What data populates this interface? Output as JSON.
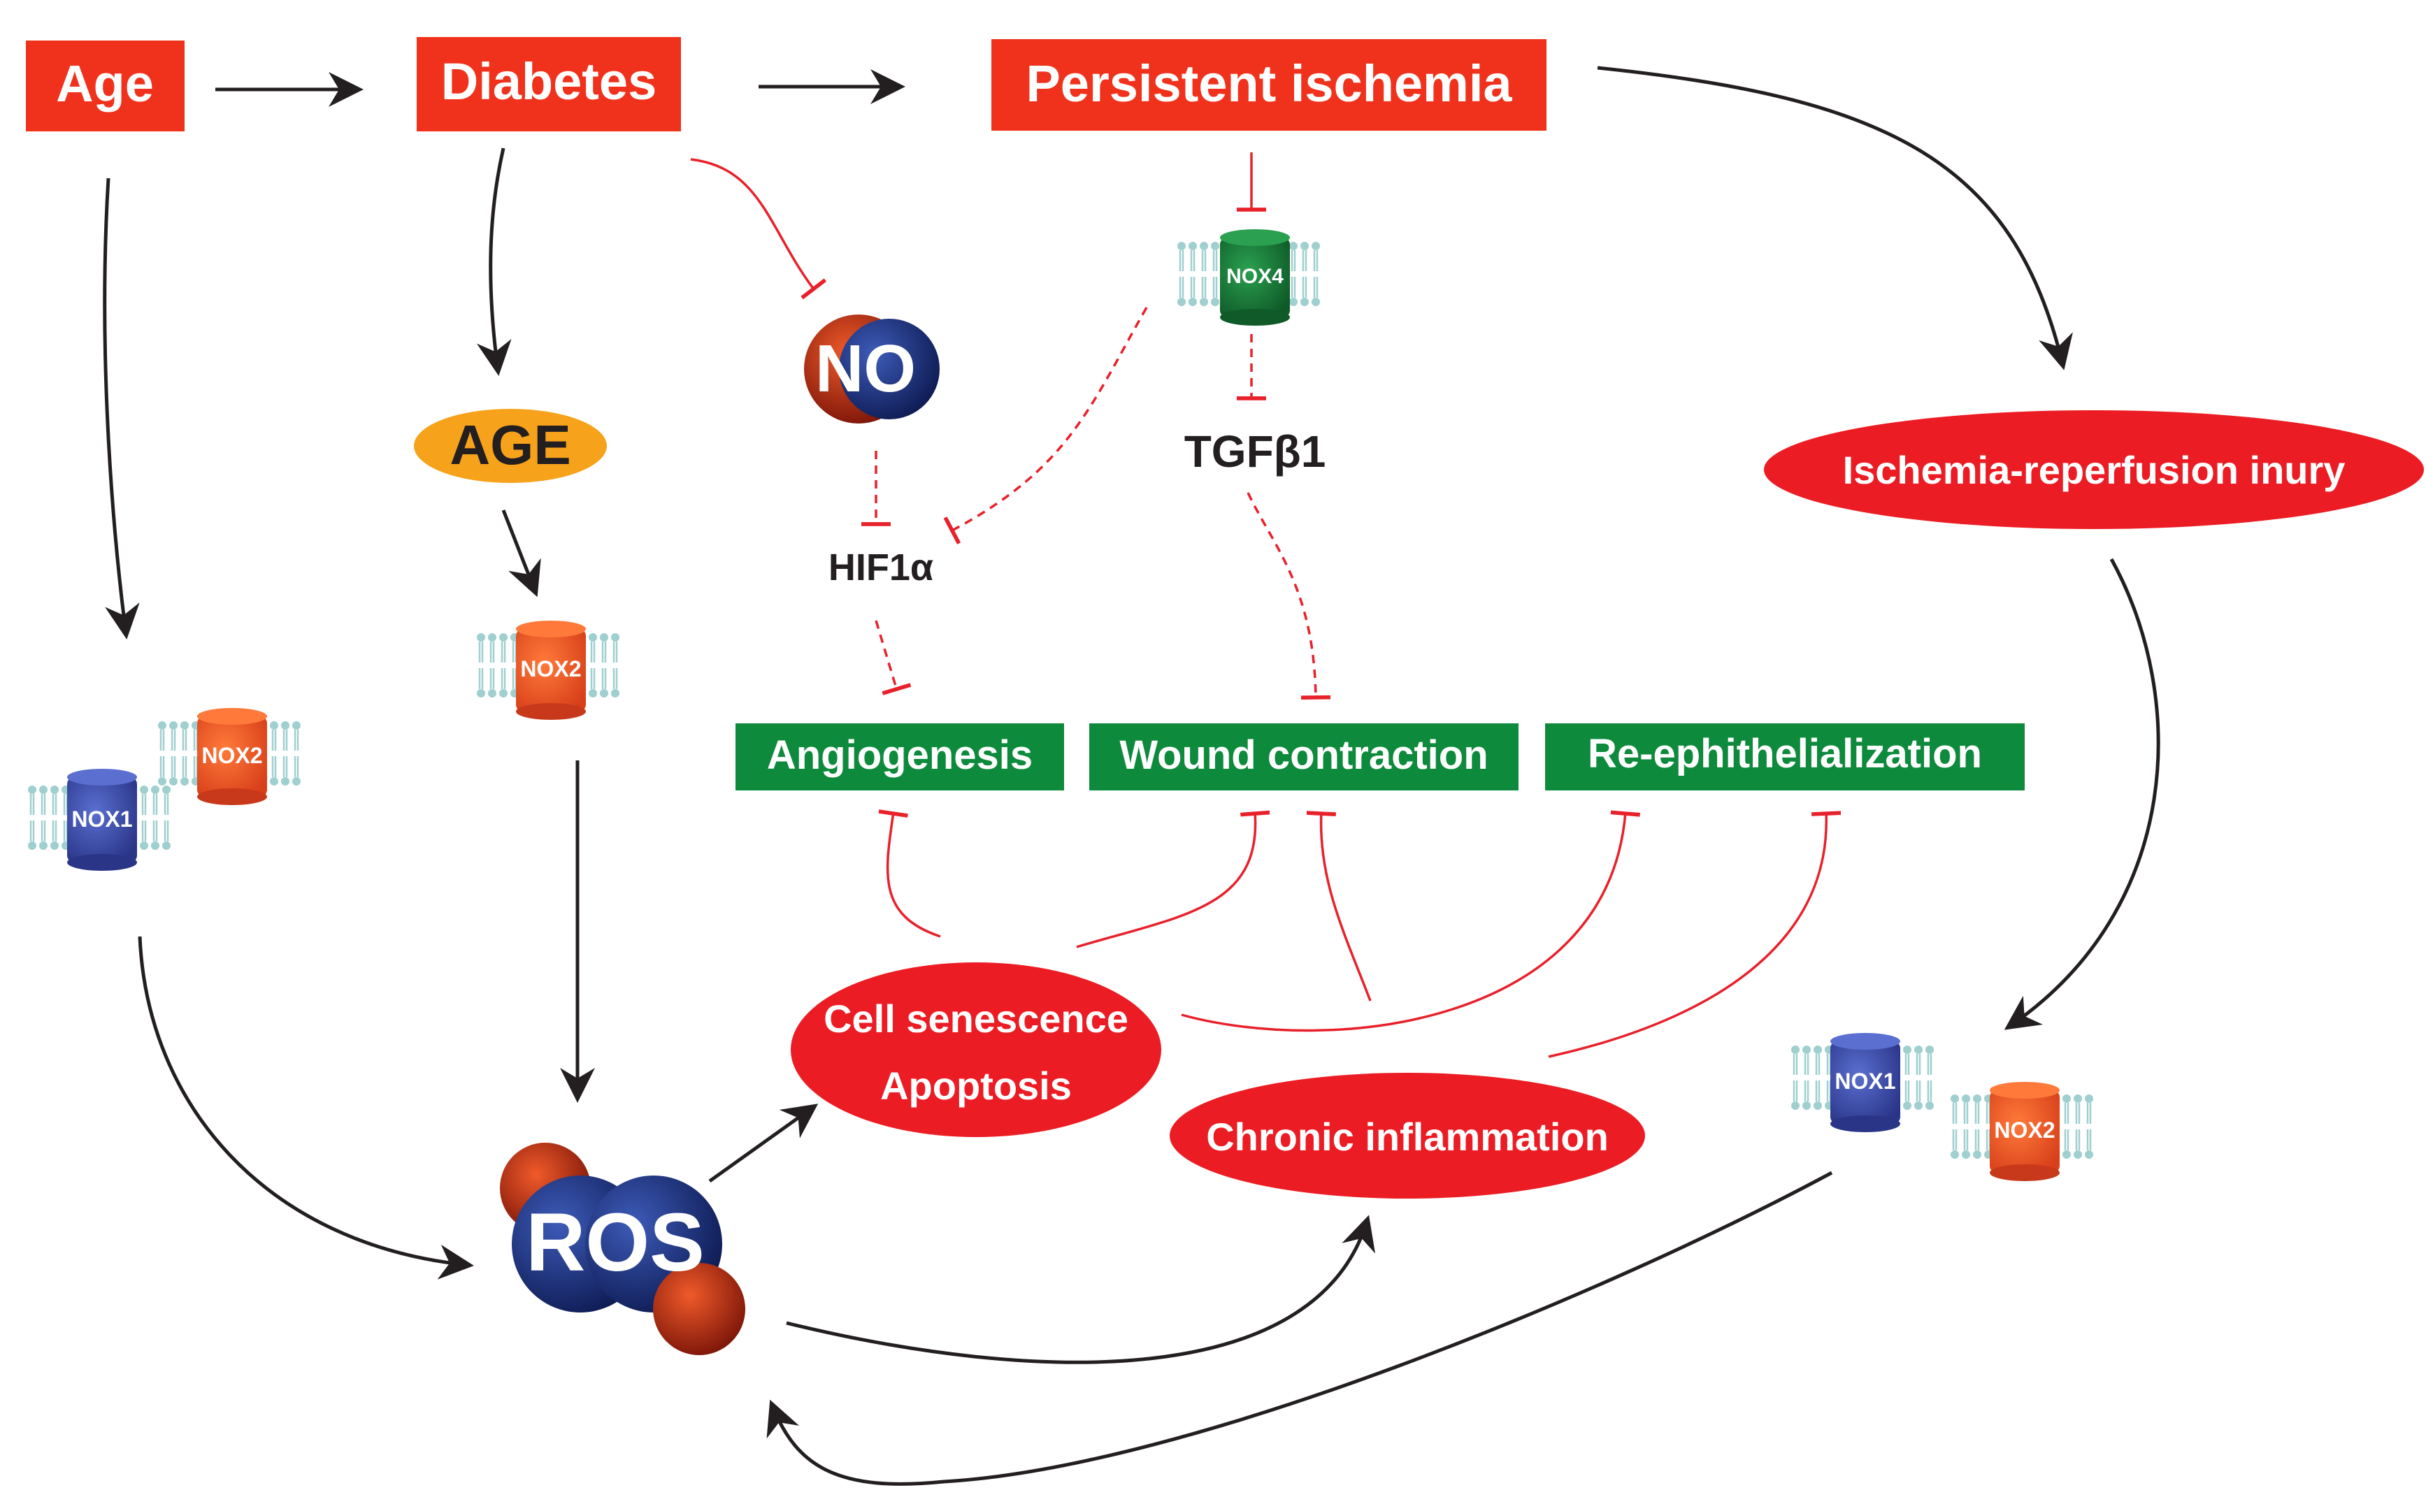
{
  "colors": {
    "red_box": "#f0321c",
    "ellipse_red": "#ec1c24",
    "green_box": "#0e8a3c",
    "age_orange": "#f7a21b",
    "arrow_black": "#231f20",
    "inhibit_red": "#e8202a",
    "nox1_blue": "#3b4aa8",
    "nox2_orange": "#ee5a24",
    "nox4_green": "#1a7a3a",
    "membrane": "#9fcfcf",
    "ros_navy": "#1c2f7a",
    "ros_red": "#c8321c",
    "no_red": "#b8301c",
    "no_navy": "#1f3a8a"
  },
  "top_boxes": {
    "age": "Age",
    "diabetes": "Diabetes",
    "persistent_ischemia": "Persistent ischemia"
  },
  "molecules": {
    "no": "NO",
    "age_product": "AGE",
    "hif1a": "HIF1α",
    "tgfb1": "TGFβ1",
    "ros": "ROS"
  },
  "nox": {
    "nox1": "NOX1",
    "nox2": "NOX2",
    "nox4": "NOX4"
  },
  "processes": {
    "angiogenesis": "Angiogenesis",
    "wound_contraction": "Wound contraction",
    "re_ephithelialization": "Re-ephithelialization"
  },
  "ellipses": {
    "ischemia_reperfusion": "Ischemia-reperfusion inury",
    "cell_senescence": "Cell senescence",
    "apoptosis": "Apoptosis",
    "chronic_inflammation": "Chronic inflammation"
  }
}
